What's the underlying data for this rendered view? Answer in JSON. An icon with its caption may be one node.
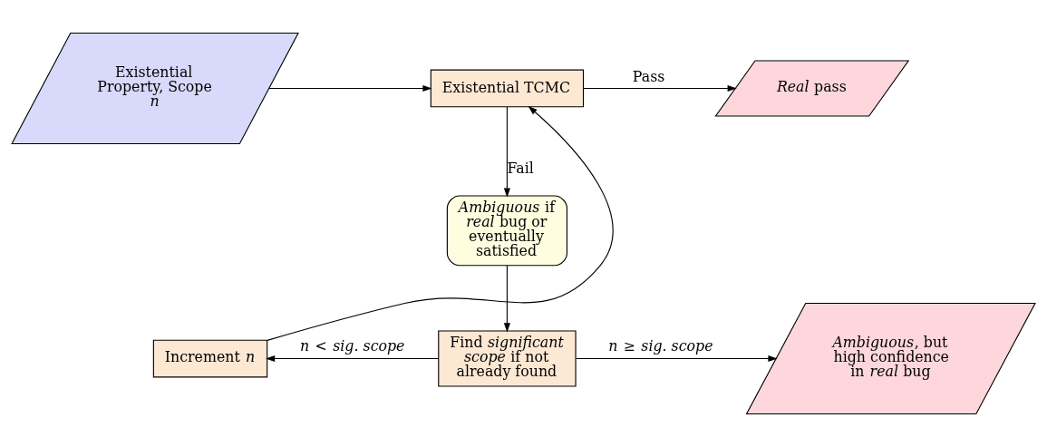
{
  "diagram": {
    "nodes": [
      {
        "text": [
          "Existential Property, Scope *n*"
        ]
      },
      {
        "text": [
          "Existential TCMC"
        ]
      },
      {
        "text": [
          "*Real* pass"
        ]
      },
      {
        "text": [
          "*Ambiguous* if *real* bug or eventually satisfied"
        ]
      },
      {
        "text": [
          "Find *significant scope* if not already found"
        ]
      },
      {
        "text": [
          "Increment *n*"
        ]
      },
      {
        "text": [
          "*Ambiguous*, but high confidence in *real* bug"
        ]
      }
    ],
    "edges": [
      {
        "from": 0,
        "to": 1,
        "arrow": "to"
      },
      {
        "from": 1,
        "to": 2,
        "arrow": "to",
        "label": "Pass"
      },
      {
        "from": 1,
        "to": 3,
        "arrow": "to",
        "label": "Fail"
      },
      {
        "from": 3,
        "to": 4,
        "arrow": "to"
      },
      {
        "from": 4,
        "to": 5,
        "arrow": "to",
        "label": "*n* < *sig. scope*"
      },
      {
        "from": 4,
        "to": 6,
        "arrow": "to",
        "label": "*n* ≥ *sig. scope*"
      },
      {
        "from": 5,
        "to": 1,
        "arrow": "to"
      }
    ]
  }
}
